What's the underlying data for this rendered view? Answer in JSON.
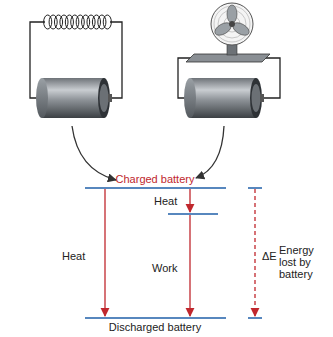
{
  "diagram": {
    "labels": [
      "Charged battery",
      "Heat",
      "Heat",
      "Work",
      "ΔE",
      "Energy lost by battery",
      "Discharged battery"
    ]
  }
}
